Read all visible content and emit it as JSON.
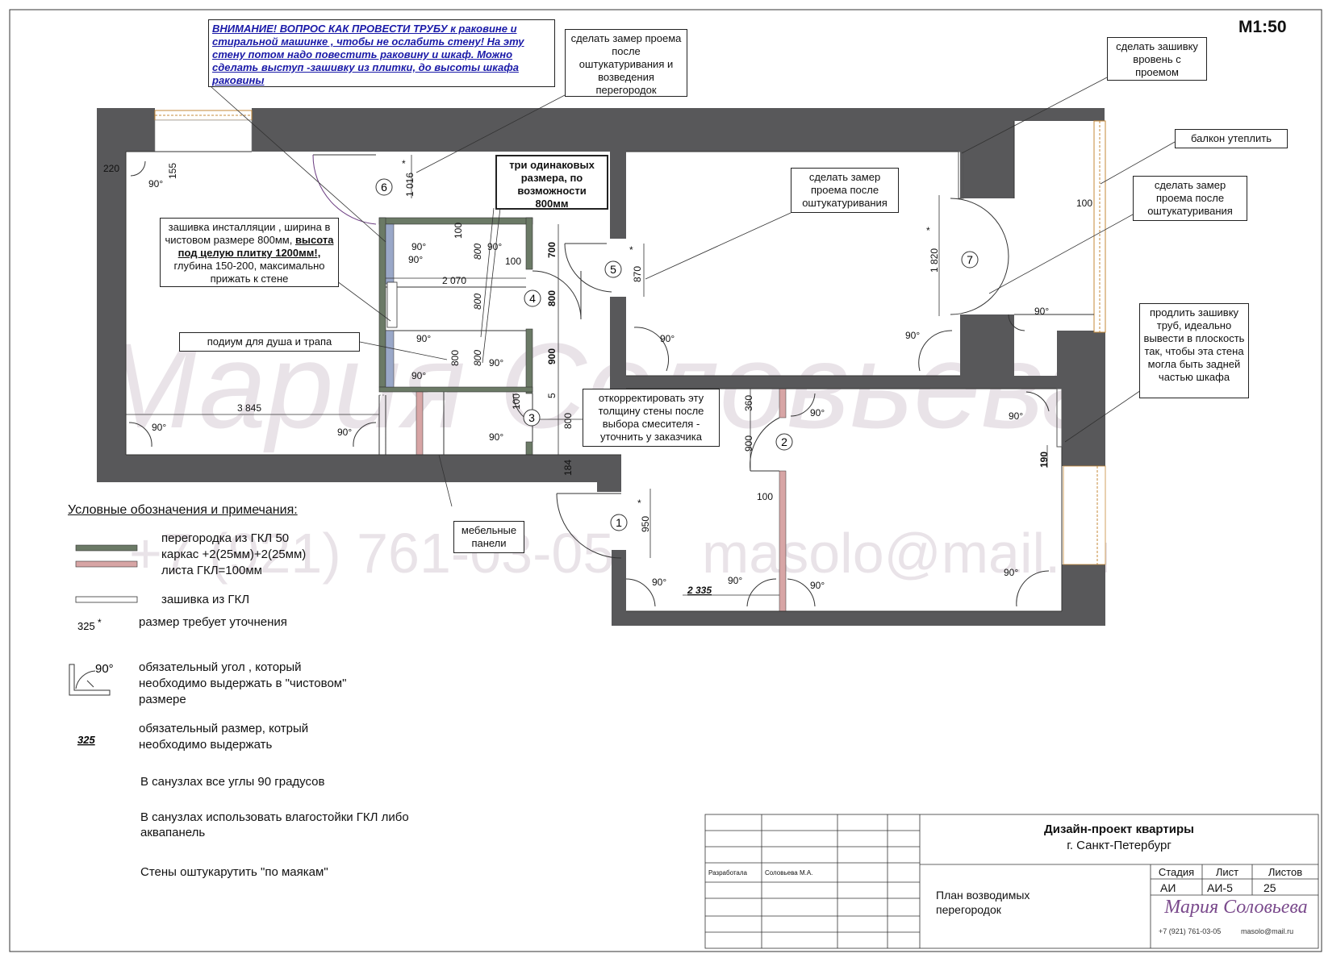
{
  "scale": "M1:50",
  "warning": "ВНИМАНИЕ! ВОПРОС КАК ПРОВЕСТИ ТРУБУ к раковине и стиральной машинке , чтобы не ослабить стену! На эту стену потом надо повестить раковину и шкаф. Можно сделать выступ -зашивку из плитки, до высоты шкафа раковины",
  "notes": {
    "measure_partitions": "сделать замер проема после оштукатуривания и возведения перегородок",
    "flush_cover": "сделать зашивку вровень с проемом",
    "balcony": "балкон утеплить",
    "measure_after_plaster_1": "сделать замер проема после оштукатуривания",
    "measure_after_plaster_2": "сделать замер проема после оштукатуривания",
    "three_same": "три одинаковых размера, по возможности 800мм",
    "installation_a": "зашивка инсталляции , ширина в чистовом размере 800мм,",
    "installation_b": "высота под целую плитку 1200мм!,",
    "installation_c": " глубина 150-200, максимально прижать к стене",
    "podium": "подиум для душа и трапа",
    "adjust_wall": "откорректировать эту толщину стены после выбора смесителя - уточнить у заказчика",
    "extend_cover": "продлить зашивку труб, идеально вывести в плоскость так, чтобы эта стена могла быть задней частью шкафа",
    "furniture": "мебельные панели"
  },
  "dims": {
    "d220": "220",
    "d155": "155",
    "d1016": "1 016",
    "d100a": "100",
    "d800a": "800",
    "d100b": "100",
    "d2070": "2 070",
    "d700": "700",
    "d800b": "800",
    "d800c": "800",
    "d800d": "800",
    "d800e": "800",
    "d900a": "900",
    "d100c": "100",
    "d5": "5",
    "d800f": "800",
    "d184": "184",
    "d3845": "3 845",
    "d870": "870",
    "d1820": "1 820",
    "d100d": "100",
    "d360": "360",
    "d900b": "900",
    "d100e": "100",
    "d950": "950",
    "d2335": "2 335",
    "d190": "190",
    "star": "*"
  },
  "angle": "90°",
  "doors": [
    "1",
    "2",
    "3",
    "4",
    "5",
    "6",
    "7"
  ],
  "watermark": {
    "phone": "+7 (921) 761-03-05",
    "email": "masolo@mail.ru",
    "script": "Мария Соловьева"
  },
  "legend": {
    "title": "Условные обозначения и примечания:",
    "gkl_1": "перегородка из ГКЛ 50",
    "gkl_2": "каркас +2(25мм)+2(25мм)",
    "gkl_3": "листа ГКЛ=100мм",
    "cover": "зашивка из ГКЛ",
    "sample_refine": "325",
    "refine": "размер требует уточнения",
    "sample_angle": "90°",
    "angle_1": "обязательный угол , который",
    "angle_2": "необходимо выдержать в \"чистовом\"",
    "angle_3": "размере",
    "sample_required": "325",
    "required_1": "обязательный размер, котрый",
    "required_2": "необходимо выдержать",
    "note1": "В санузлах все углы 90 градусов",
    "note2a": "В санузлах использовать влагостойки ГКЛ либо",
    "note2b": "аквапанель",
    "note3": "Стены оштукарутить \"по маякам\""
  },
  "title_block": {
    "project": "Дизайн-проект квартиры",
    "city": "г. Санкт-Петербург",
    "developed_label": "Разработала",
    "developer": "Соловьева М.А.",
    "sheet_name_1": "План возводимых",
    "sheet_name_2": "перегородок",
    "stage_label": "Стадия",
    "sheet_label": "Лист",
    "sheets_label": "Листов",
    "stage": "АИ",
    "sheet": "АИ-5",
    "sheets": "25",
    "brand": "Мария Соловьева",
    "phone": "+7 (921) 761-03-05",
    "email": "masolo@mail.ru"
  }
}
